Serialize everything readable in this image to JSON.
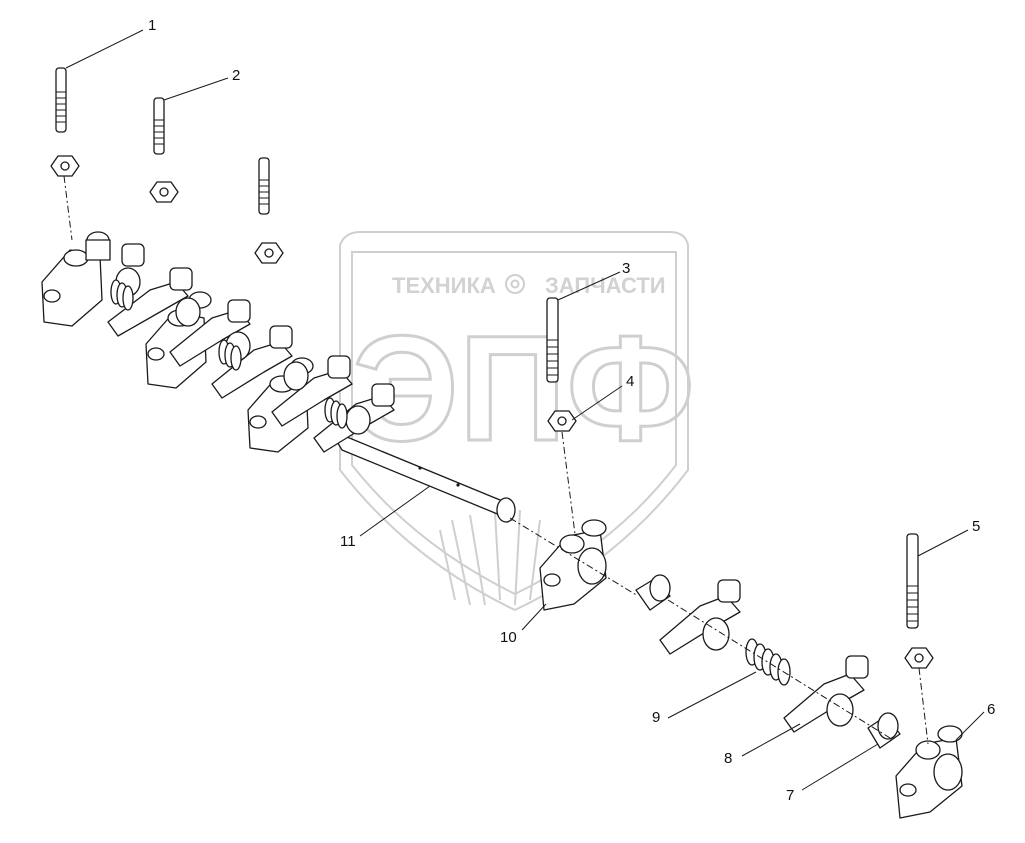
{
  "watermark": {
    "top_left_text": "ТЕХНИКА",
    "top_right_text": "ЗАПЧАСТИ",
    "monogram": "ЭПФ"
  },
  "callouts": [
    {
      "id": 1,
      "label": "1"
    },
    {
      "id": 2,
      "label": "2"
    },
    {
      "id": 3,
      "label": "3"
    },
    {
      "id": 4,
      "label": "4"
    },
    {
      "id": 5,
      "label": "5"
    },
    {
      "id": 6,
      "label": "6"
    },
    {
      "id": 7,
      "label": "7"
    },
    {
      "id": 8,
      "label": "8"
    },
    {
      "id": 9,
      "label": "9"
    },
    {
      "id": 10,
      "label": "10"
    },
    {
      "id": 11,
      "label": "11"
    }
  ],
  "colors": {
    "line": "#1a1a1a",
    "watermark": "#cfcfcf",
    "background": "#ffffff"
  }
}
